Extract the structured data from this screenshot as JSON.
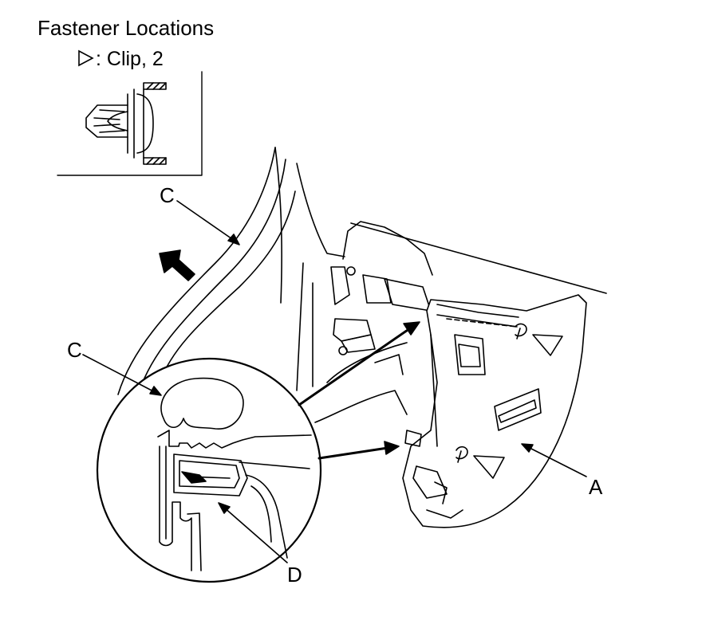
{
  "title": "Fastener Locations",
  "legend": {
    "symbol": "triangle-outline-icon",
    "text": ": Clip, 2"
  },
  "callouts": {
    "a": "A",
    "c_top": "C",
    "c_left": "C",
    "d": "D"
  },
  "colors": {
    "line": "#000000",
    "background": "#ffffff"
  }
}
